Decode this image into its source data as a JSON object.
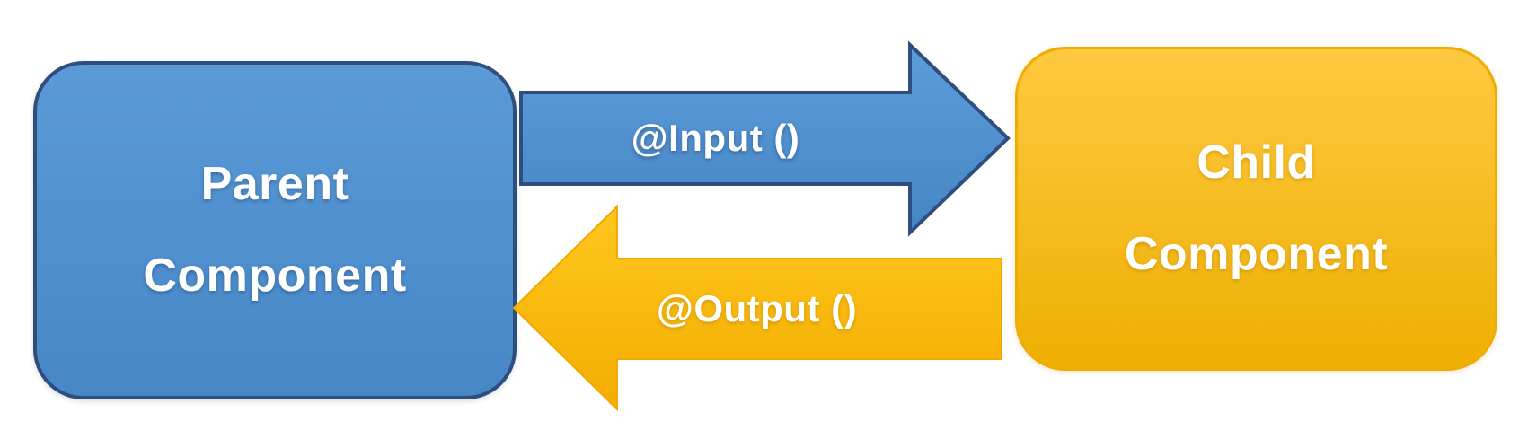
{
  "boxes": {
    "parent": {
      "label": "Parent\nComponent"
    },
    "child": {
      "label": "Child\nComponent"
    }
  },
  "arrows": {
    "input": {
      "label": "@Input ()",
      "direction": "left-to-right"
    },
    "output": {
      "label": "@Output ()",
      "direction": "right-to-left"
    }
  },
  "colors": {
    "background": "#FFFFFF",
    "label_text": "#FFFFFF",
    "blue_fill_light": "#5B9AD7",
    "blue_fill_dark": "#4787C6",
    "blue_border": "#2E4E7E",
    "blue_arrow_light": "#5D9DDA",
    "blue_arrow_dark": "#4685C4",
    "gold_fill_light": "#FFC940",
    "gold_fill_dark": "#EDAF03",
    "gold_border": "#F0AC00",
    "gold_arrow_light": "#FFC71F",
    "gold_arrow_dark": "#F3AD00",
    "gold_arrow_border": "#EFA800"
  }
}
